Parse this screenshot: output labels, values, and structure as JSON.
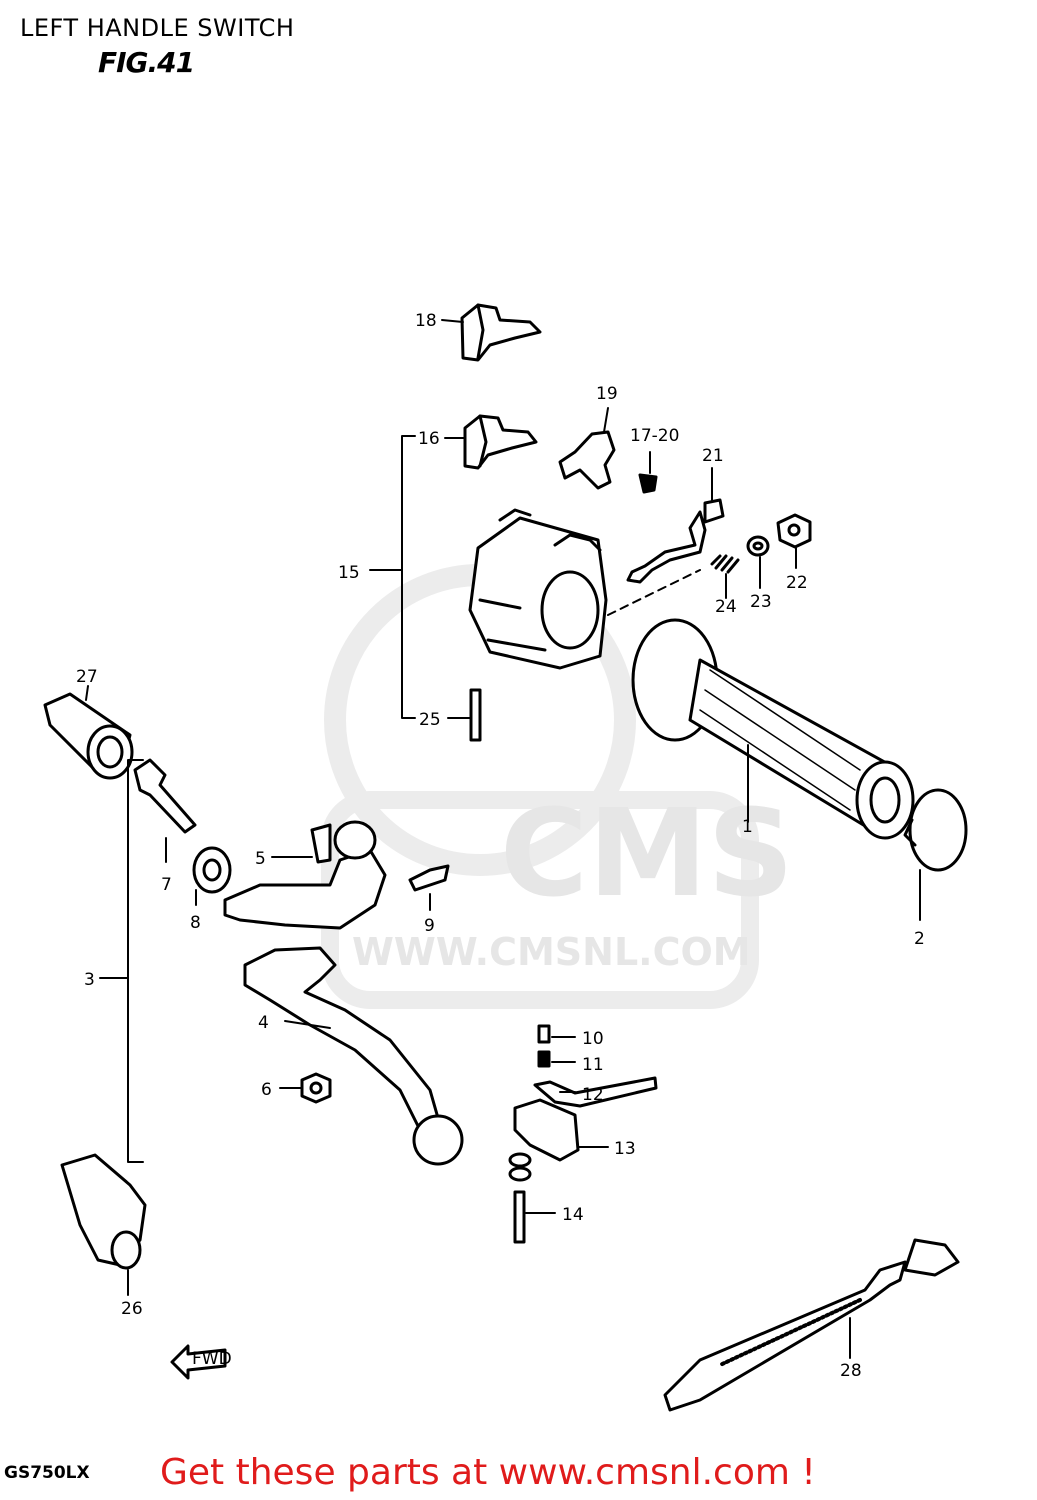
{
  "header": {
    "title": "LEFT HANDLE SWITCH",
    "figure": "FIG.41"
  },
  "watermark": {
    "brand": "CMS",
    "url": "WWW.CMSNL.COM"
  },
  "callouts": {
    "c1": "1",
    "c2": "2",
    "c3": "3",
    "c4": "4",
    "c5": "5",
    "c6": "6",
    "c7": "7",
    "c8": "8",
    "c9": "9",
    "c10": "10",
    "c11": "11",
    "c12": "12",
    "c13": "13",
    "c14": "14",
    "c15": "15",
    "c16": "16",
    "c17_20": "17-20",
    "c18": "18",
    "c19": "19",
    "c21": "21",
    "c22": "22",
    "c23": "23",
    "c24": "24",
    "c25": "25",
    "c26": "26",
    "c27": "27",
    "c28": "28",
    "fwd": "FWD"
  },
  "footer": {
    "model": "GS750LX",
    "link_text": "Get these parts at www.cmsnl.com !"
  },
  "colors": {
    "footer_link": "#e01b1b",
    "watermark": "#e6e6e6"
  }
}
